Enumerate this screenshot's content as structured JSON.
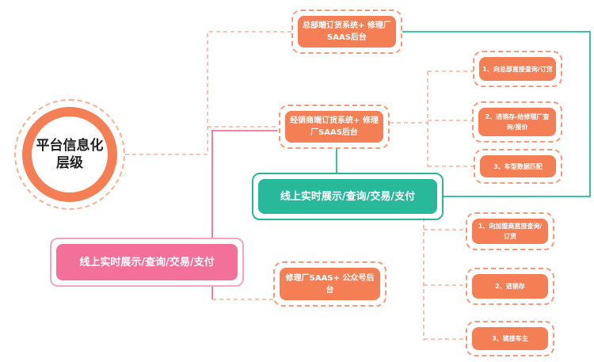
{
  "root": {
    "label": "平台信息化层级"
  },
  "hq_box": {
    "label": "总部端订货系统+ 修理厂SAAS后台"
  },
  "dealer_box": {
    "label": "经销商端订货系统+ 修理厂SAAS后台"
  },
  "repair_box": {
    "label": "修理厂SAAS+ 公众号后台"
  },
  "online_green": {
    "label": "线上实时展示/查询/交易/支付"
  },
  "online_pink": {
    "label": "线上实时展示/查询/交易/支付"
  },
  "dealer_features": [
    "1、向总部直接查询/订货",
    "2、进销存-给修理厂查询/报价",
    "3、车型数据匹配"
  ],
  "repair_features": [
    "1、向加盟商直接查询/订货",
    "2、进销存",
    "3、链接车主"
  ],
  "colors": {
    "orange": "#f57f55",
    "teal": "#27b99a",
    "pink": "#f2709a"
  }
}
